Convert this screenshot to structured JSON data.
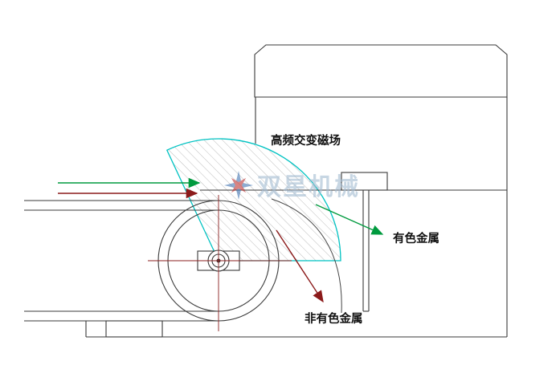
{
  "diagram": {
    "labels": {
      "magnetic_field": "高频交变磁场",
      "nonferrous": "有色金属",
      "non_nonferrous": "非有色金属"
    },
    "watermark": {
      "text": "双星机械"
    },
    "colors": {
      "outline": "#3a3a3a",
      "field_outline": "#00c2c2",
      "hatch": "#bdbdbd",
      "centerline": "#8b2020",
      "arrow_green": "#009a3e",
      "arrow_red": "#8b1a1a",
      "watermark_text": "#a5bdd2",
      "watermark_blue": "#4a7ab5",
      "watermark_red": "#c03a3a",
      "background": "#ffffff"
    }
  }
}
